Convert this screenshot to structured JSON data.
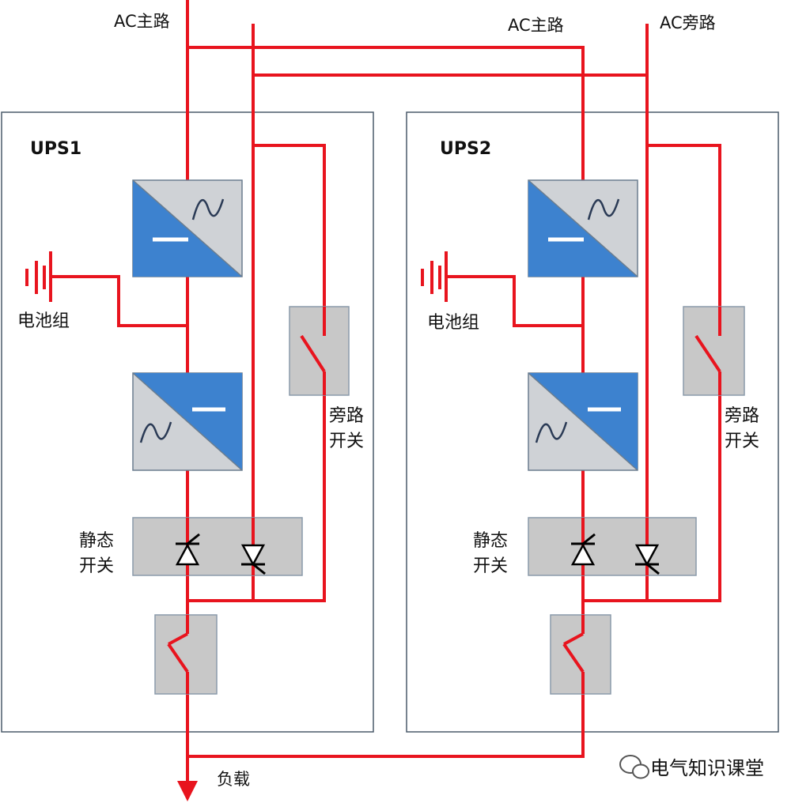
{
  "labels": {
    "ac_main_1": "AC主路",
    "ac_main_2": "AC主路",
    "ac_bypass": "AC旁路",
    "ups1": "UPS1",
    "ups2": "UPS2",
    "battery_1": "电池组",
    "battery_2": "电池组",
    "bypass_switch_1_line1": "旁路",
    "bypass_switch_1_line2": "开关",
    "bypass_switch_2_line1": "旁路",
    "bypass_switch_2_line2": "开关",
    "static_switch_1_line1": "静态",
    "static_switch_1_line2": "开关",
    "static_switch_2_line1": "静态",
    "static_switch_2_line2": "开关",
    "load": "负载",
    "watermark": "电气知识课堂"
  },
  "colors": {
    "wire": "#e8141e",
    "converter_blue": "#3d82cf",
    "box_gray": "#c8c8c8"
  }
}
